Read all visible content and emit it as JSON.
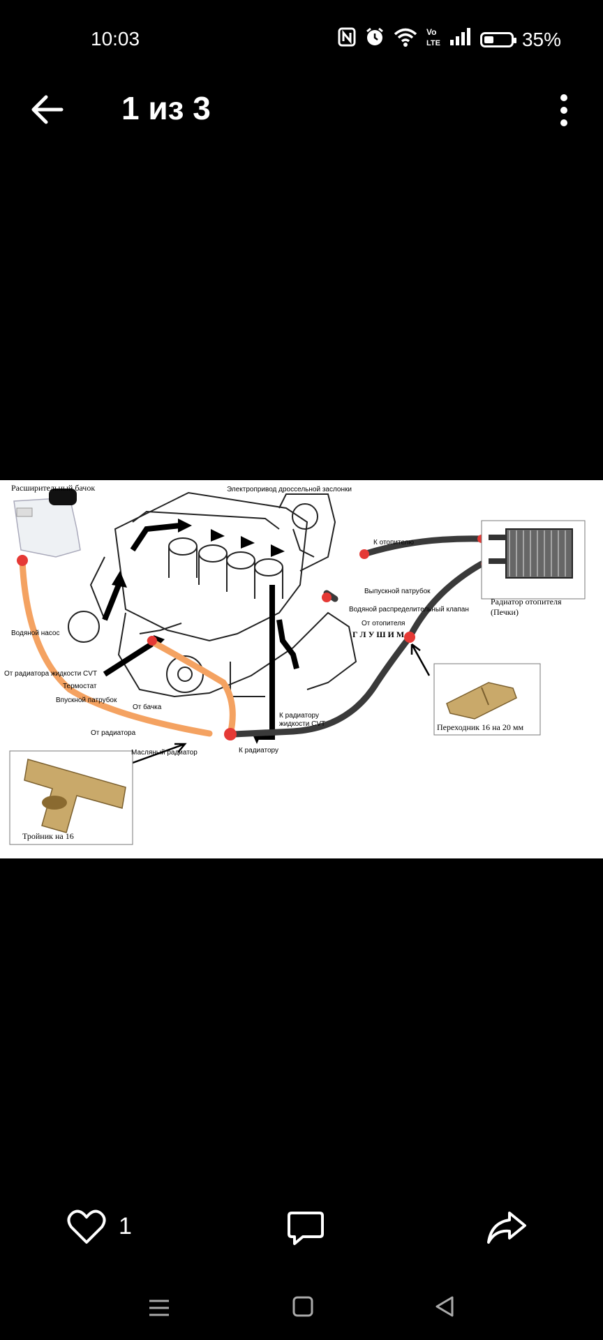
{
  "status_bar": {
    "time": "10:03",
    "battery_percent": "35%",
    "battery_level": 0.35,
    "icons": [
      "nfc-icon",
      "alarm-icon",
      "wifi-icon",
      "volte-icon",
      "signal-icon",
      "battery-icon"
    ]
  },
  "header": {
    "title": "1 из 3",
    "icons": [
      "back-arrow-icon",
      "more-vert-icon"
    ]
  },
  "diagram": {
    "tank": "Расширительный бачок",
    "throttle": "Электропривод дроссельной заслонки",
    "to_heater": "К отопителю",
    "outlet_pipe": "Выпускной патрубок",
    "valve": "Водяной распределительный клапан",
    "from_heater": "От отопителя",
    "plug": "Г Л У Ш И М",
    "heater_core_1": "Радиатор отопителя",
    "heater_core_2": "(Печки)",
    "water_pump": "Водяной насос",
    "from_cvt": "От радиатора жидкости CVT",
    "thermostat": "Термостат",
    "inlet_pipe": "Впускной патрубок",
    "from_tank": "От бачка",
    "from_radiator": "От радиатора",
    "oil_cooler": "Масляный радиатор",
    "to_radiator": "К радиатору",
    "to_cvt_1": "К радиатору",
    "to_cvt_2": "жидкости CVT",
    "adapter": "Переходник 16 на 20 мм",
    "tee": "Тройник на 16"
  },
  "actions": {
    "like_count": "1",
    "icons": [
      "heart-icon",
      "comment-icon",
      "share-icon"
    ]
  },
  "nav": {
    "icons": [
      "recent-apps-icon",
      "home-icon",
      "back-icon"
    ]
  }
}
